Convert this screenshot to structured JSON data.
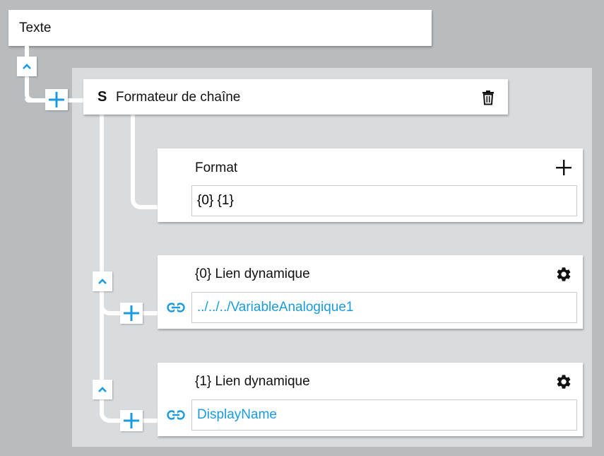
{
  "colors": {
    "background": "#b9bcbf",
    "panel": "#d9dcdf",
    "accent": "#1a9be0",
    "card": "#ffffff",
    "text": "#111111"
  },
  "root": {
    "title": "Texte",
    "collapse_icon": "chevron-up-icon",
    "add_icon": "plus-icon"
  },
  "formatter": {
    "type_glyph": "S",
    "title": "Formateur de chaîne",
    "delete_icon": "trash-icon"
  },
  "format_block": {
    "label": "Format",
    "add_icon": "plus-icon",
    "value": "{0} {1}"
  },
  "params": [
    {
      "label": "{0} Lien dynamique",
      "settings_icon": "gear-icon",
      "link_icon": "link-icon",
      "value": "../../../VariableAnalogique1",
      "collapse_icon": "chevron-up-icon",
      "add_icon": "plus-icon"
    },
    {
      "label": "{1} Lien dynamique",
      "settings_icon": "gear-icon",
      "link_icon": "link-icon",
      "value": "DisplayName",
      "collapse_icon": "chevron-up-icon",
      "add_icon": "plus-icon"
    }
  ]
}
